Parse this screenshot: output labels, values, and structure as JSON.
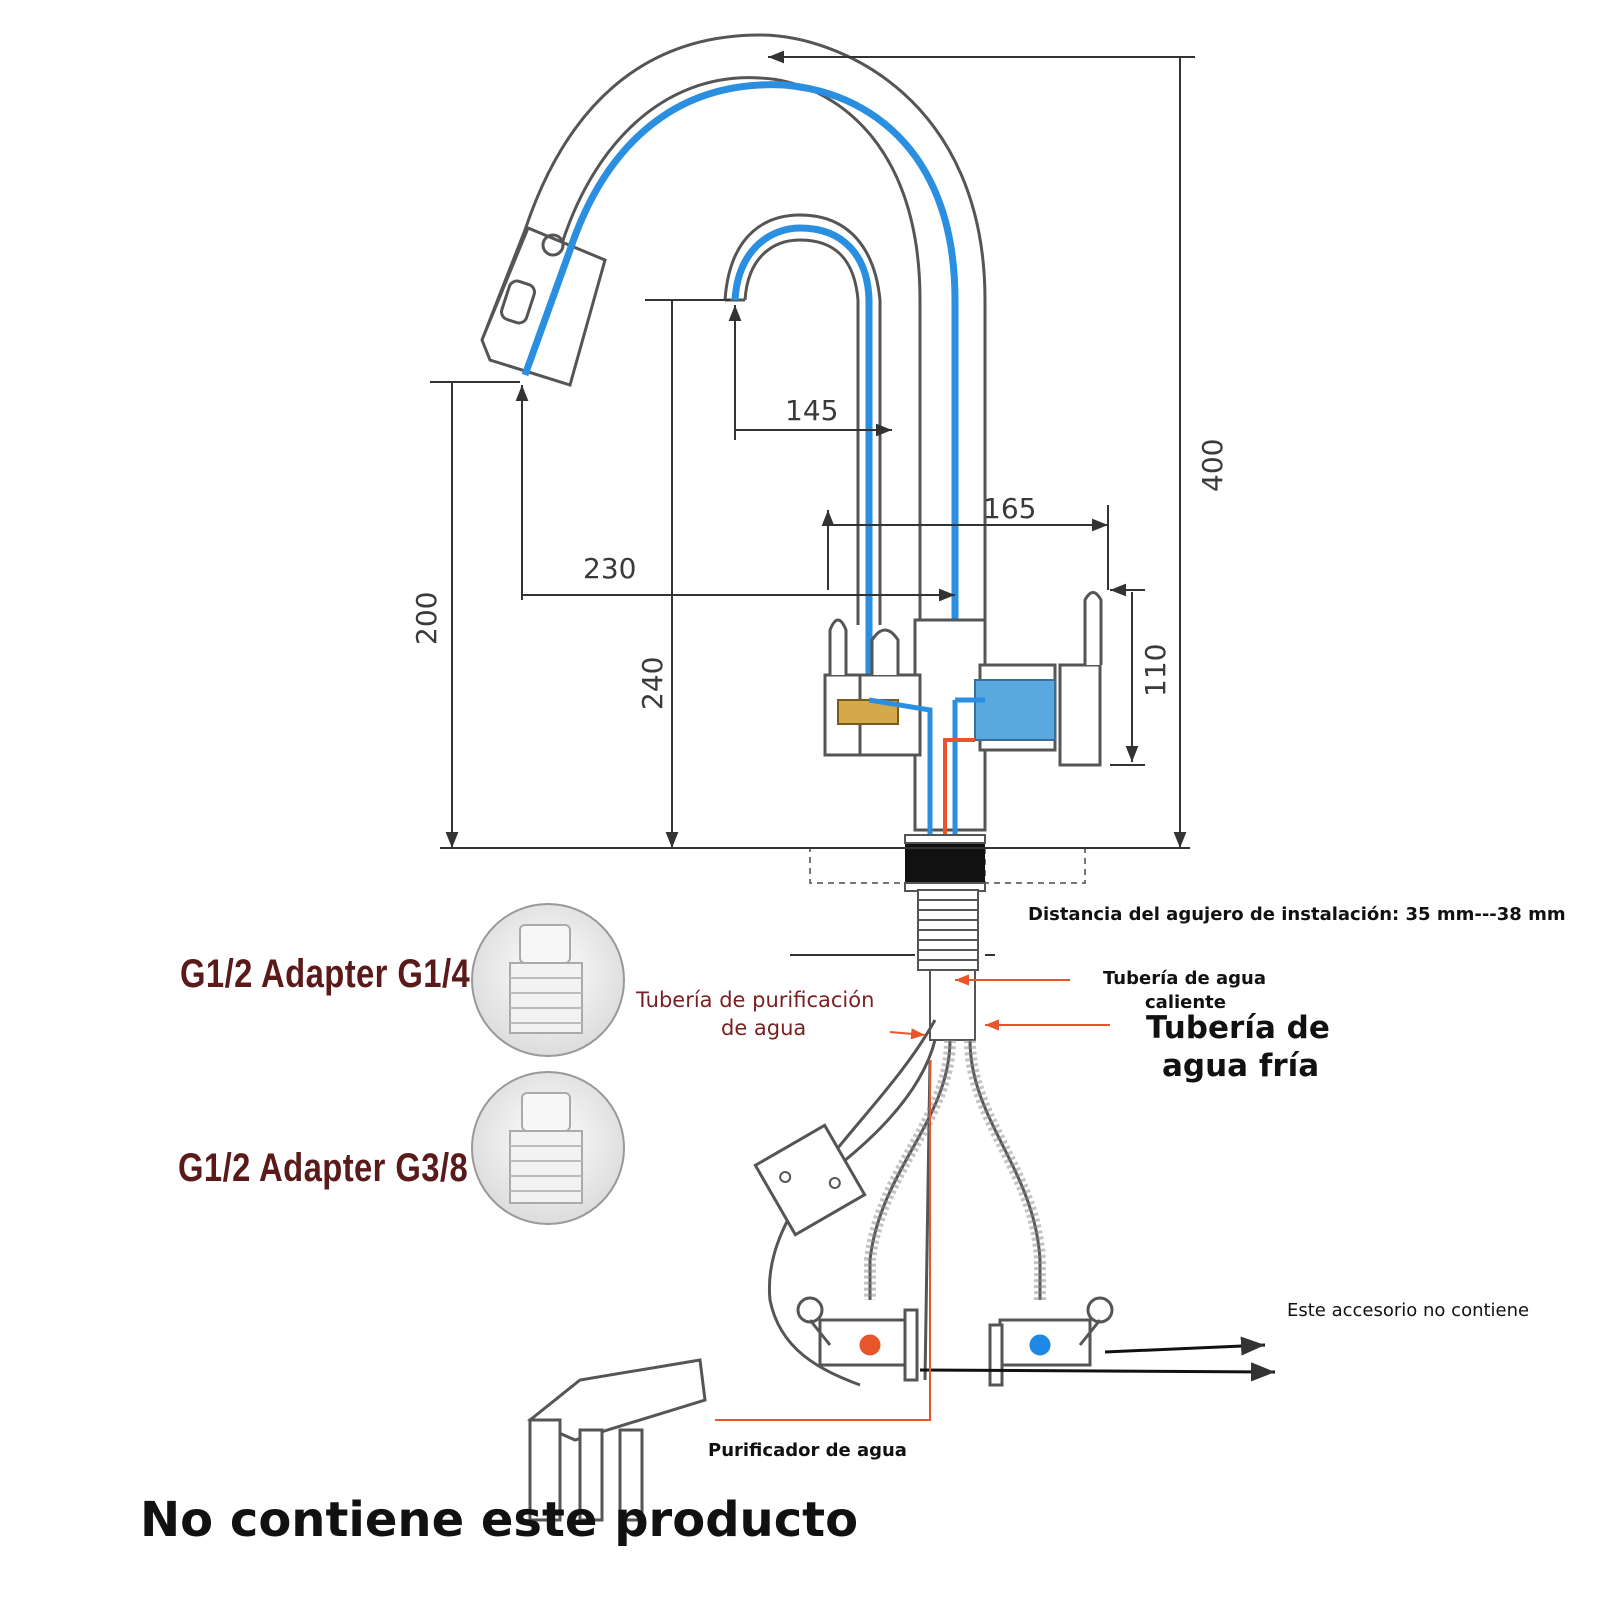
{
  "dimensions": {
    "d145": "145",
    "d165": "165",
    "d230": "230",
    "d200": "200",
    "d240": "240",
    "d110": "110",
    "d400": "400"
  },
  "labels": {
    "install_hole": "Distancia del agujero de instalación: 35 mm---38 mm",
    "hot_pipe_line1": "Tubería de agua",
    "hot_pipe_line2": "caliente",
    "cold_pipe_line1": "Tubería de",
    "cold_pipe_line2": "agua fría",
    "purif_pipe_line1": "Tubería de purificación",
    "purif_pipe_line2": "de agua",
    "accessory": "Este accesorio no contiene",
    "purifier": "Purificador de agua",
    "not_included": "No contiene este producto"
  },
  "adapters": [
    {
      "label": "G1/2 Adapter  G1/4"
    },
    {
      "label": "G1/2  Adapter G3/8"
    }
  ],
  "colors": {
    "water_line": "#2a8fe0",
    "hot_line": "#e8552a",
    "outline": "#555555",
    "adapter_text": "#5a1a1a",
    "purif_text": "#7a1f1f"
  }
}
